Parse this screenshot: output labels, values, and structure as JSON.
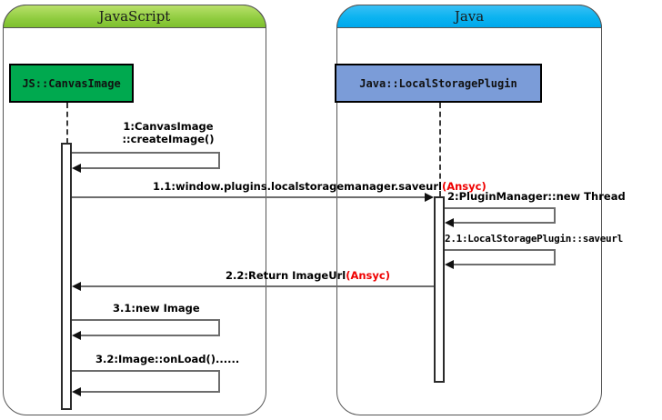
{
  "diagram": {
    "title": "Sequence diagram: JS CanvasImage to Java LocalStoragePlugin",
    "type": "sequence-diagram",
    "colors": {
      "js_panel_header": "#8fcc3f",
      "java_panel_header": "#0bb3f0",
      "js_object_box": "#00a94f",
      "java_object_box": "#7b9cd8",
      "async_text": "#ef0000",
      "message_line": "#6d6d6d",
      "activation_border": "#2b2b2b"
    }
  },
  "panels": [
    {
      "id": "js",
      "title": "JavaScript"
    },
    {
      "id": "java",
      "title": "Java"
    }
  ],
  "participants": [
    {
      "id": "js_obj",
      "label": "JS::CanvasImage"
    },
    {
      "id": "java_obj",
      "label": "Java::LocalStoragePlugin"
    }
  ],
  "messages": [
    {
      "id": "m1",
      "number": "1",
      "kind": "self-call",
      "from": "js_obj",
      "to": "js_obj",
      "label_line1": "1:CanvasImage",
      "label_line2": "::createImage()",
      "async": ""
    },
    {
      "id": "m11",
      "number": "1.1",
      "kind": "call",
      "from": "js_obj",
      "to": "java_obj",
      "label": "1.1:window.plugins.localstoragemanager.saveurl",
      "async": "(Ansyc)"
    },
    {
      "id": "m2",
      "number": "2",
      "kind": "self-call",
      "from": "java_obj",
      "to": "java_obj",
      "label": "2:PluginManager::new Thread",
      "async": ""
    },
    {
      "id": "m21",
      "number": "2.1",
      "kind": "self-call",
      "from": "java_obj",
      "to": "java_obj",
      "label": "2.1:LocalStoragePlugin::saveurl",
      "async": ""
    },
    {
      "id": "m22",
      "number": "2.2",
      "kind": "return",
      "from": "java_obj",
      "to": "js_obj",
      "label": "2.2:Return ImageUrl",
      "async": "(Ansyc)"
    },
    {
      "id": "m31",
      "number": "3.1",
      "kind": "self-call",
      "from": "js_obj",
      "to": "js_obj",
      "label": "3.1:new Image",
      "async": ""
    },
    {
      "id": "m32",
      "number": "3.2",
      "kind": "self-call",
      "from": "js_obj",
      "to": "js_obj",
      "label": "3.2:Image::onLoad()......",
      "async": ""
    }
  ]
}
